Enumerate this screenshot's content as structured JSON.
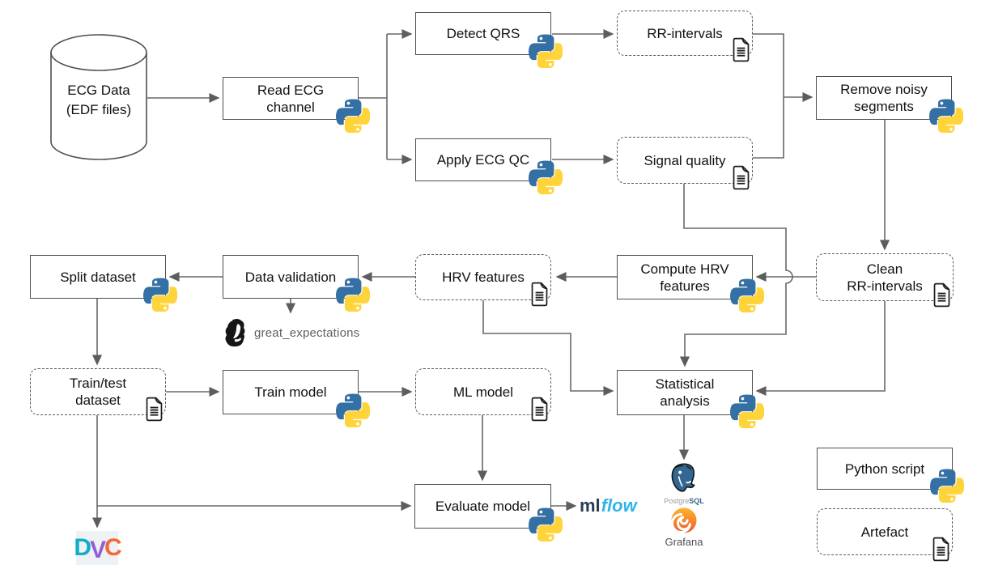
{
  "nodes": {
    "ecg_data": "ECG Data\n(EDF files)",
    "read_ecg": "Read ECG\nchannel",
    "detect_qrs": "Detect QRS",
    "apply_qc": "Apply ECG QC",
    "rr_intervals": "RR-intervals",
    "signal_quality": "Signal quality",
    "remove_noisy": "Remove noisy\nsegments",
    "clean_rr": "Clean\nRR-intervals",
    "compute_hrv": "Compute HRV\nfeatures",
    "hrv_features": "HRV features",
    "data_validation": "Data validation",
    "split_dataset": "Split dataset",
    "train_test": "Train/test\ndataset",
    "train_model": "Train model",
    "ml_model": "ML model",
    "evaluate_model": "Evaluate model",
    "statistical_analysis": "Statistical\nanalysis"
  },
  "legend": {
    "python_script": "Python script",
    "artefact": "Artefact"
  },
  "logos": {
    "great_expectations": "great_expectations",
    "dvc": {
      "d": "D",
      "v": "V",
      "c": "C"
    },
    "mlflow": {
      "ml": "ml",
      "flow": "flow"
    },
    "postgresql": {
      "gray": "Postgre",
      "blue": "SQL"
    },
    "grafana": "Grafana"
  },
  "colors": {
    "line": "#686868",
    "python_blue": "#3470a3",
    "python_yellow": "#ffd43b",
    "dvc_d": "#13adc7",
    "dvc_v": "#945dd6",
    "dvc_c": "#f46837",
    "mlflow_ml": "#2b3c52",
    "mlflow_flow": "#2fb4e8",
    "postgres_blue": "#336791",
    "grafana_orange": "#f05a28",
    "ge_text": "#606060"
  }
}
